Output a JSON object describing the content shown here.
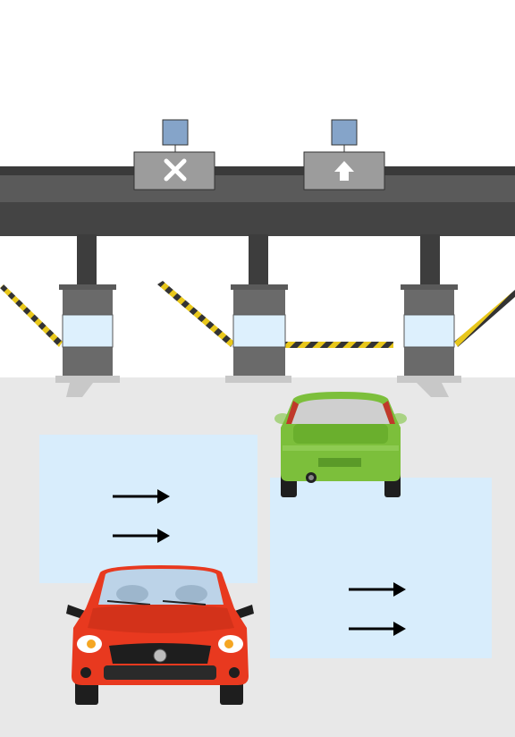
{
  "scene": {
    "description_free": true,
    "signs": [
      {
        "icon": "close-icon",
        "color": "#ffffff"
      },
      {
        "icon": "arrow-up-icon",
        "color": "#ffffff"
      }
    ],
    "lanes": [
      {
        "arrows": [
          "arrow-right-icon",
          "arrow-right-icon"
        ]
      },
      {
        "arrows": [
          "arrow-right-icon",
          "arrow-right-icon"
        ]
      }
    ],
    "vehicles": [
      {
        "name": "red-car",
        "color": "#e8391f",
        "view": "front"
      },
      {
        "name": "green-car",
        "color": "#7cbf3b",
        "view": "rear"
      }
    ],
    "colors": {
      "gantry": "#464646",
      "sign_panel": "#9c9c9c",
      "sign_sensor": "#85a4c9",
      "booth": "#6a6a6a",
      "booth_window": "#ddf0fd",
      "road": "#e8e8e8",
      "lane_marking": "#d8edfc",
      "barrier_yellow": "#e8c71b",
      "barrier_dark": "#333333"
    }
  }
}
